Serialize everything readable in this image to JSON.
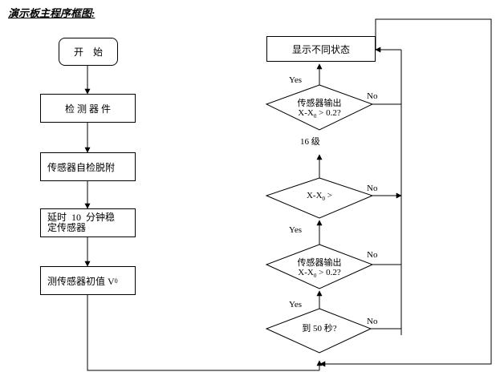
{
  "heading": "演示板主程序框图:",
  "nodes": {
    "start": "开    始",
    "detect": "检 测 器 件",
    "detach": "传感器自检脱附",
    "delay_line1": "延时  10  分钟稳",
    "delay_line2": "定传感器",
    "measure": "测传感器初值 V",
    "measure_sub": "0",
    "display": "显示不同状态"
  },
  "decisions": {
    "d_top_line1": "传感器输出",
    "d_top_line2": "X-X",
    "d_top_sub": "0",
    "d_top_tail": " > 0.2?",
    "d_upper": "X-X",
    "d_upper_sub": "0",
    "d_upper_tail": " >",
    "d_mid_line1": "传感器输出",
    "d_mid_line2": "X-X",
    "d_mid_sub": "0",
    "d_mid_tail": " > 0.2?",
    "d_bottom": "到 50 秒?"
  },
  "labels": {
    "yes": "Yes",
    "no": "No",
    "level": "16 级"
  }
}
